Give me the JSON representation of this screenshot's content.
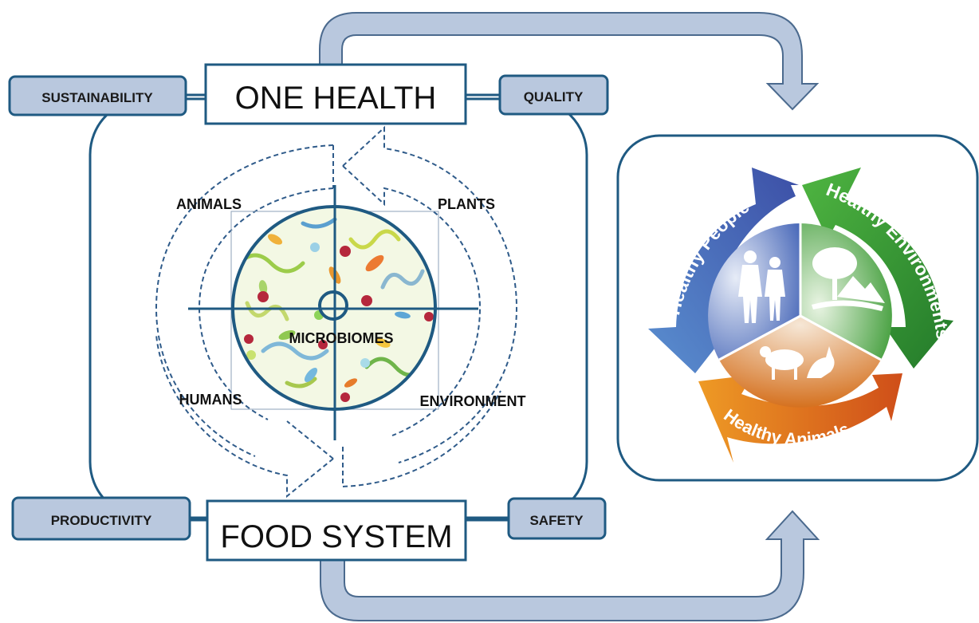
{
  "left_panel": {
    "title_top": "ONE HEALTH",
    "title_bottom": "FOOD SYSTEM",
    "tags": {
      "top_left": "SUSTAINABILITY",
      "top_right": "QUALITY",
      "bottom_left": "PRODUCTIVITY",
      "bottom_right": "SAFETY"
    },
    "quadrants": {
      "top_left": "ANIMALS",
      "top_right": "PLANTS",
      "bottom_left": "HUMANS",
      "bottom_right": "ENVIRONMENT"
    },
    "center_label": "MICROBIOMES"
  },
  "right_panel": {
    "arrows": {
      "people": "Healthy People",
      "environments": "Healthy Environments",
      "animals": "Healthy Animals"
    }
  },
  "colors": {
    "frame": "#1f5a82",
    "connector": "#b9c8de",
    "connector_border": "#4b6a8e",
    "tag_fill": "#b9c8de",
    "people": "#3d5fae",
    "environments": "#3fa23b",
    "animals": "#d86a22"
  }
}
